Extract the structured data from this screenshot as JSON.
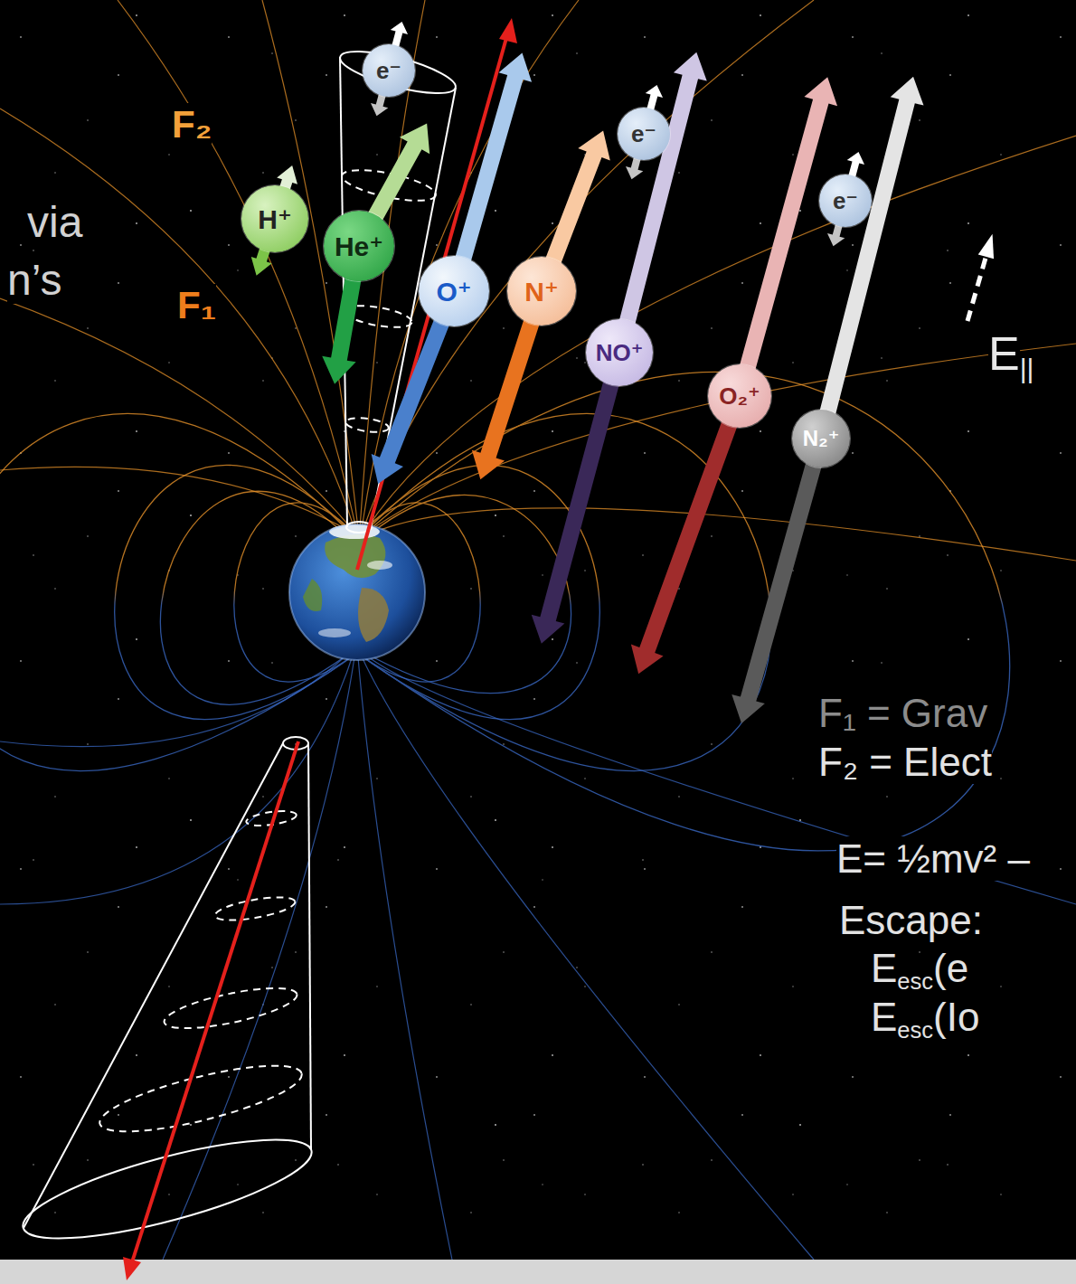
{
  "diagram": {
    "nodes": [
      {
        "text": [
          "e⁻"
        ]
      },
      {
        "text": [
          "e⁻"
        ]
      },
      {
        "text": [
          "e⁻"
        ]
      },
      {
        "text": [
          "H⁺"
        ]
      },
      {
        "text": [
          "He⁺"
        ]
      },
      {
        "text": [
          "O⁺"
        ]
      },
      {
        "text": [
          "N⁺"
        ]
      },
      {
        "text": [
          "NO⁺"
        ]
      },
      {
        "text": [
          "O₂⁺"
        ]
      },
      {
        "text": [
          "N₂⁺"
        ]
      }
    ],
    "labels": [
      "via",
      "n’s",
      "F₂",
      "F₁",
      "E",
      "||",
      "F₁ = Grav",
      "F₂ = Elect",
      "E= ½mv² –",
      "Escape:",
      "E",
      "esc",
      "(e",
      "E",
      "esc",
      "(Io"
    ]
  }
}
